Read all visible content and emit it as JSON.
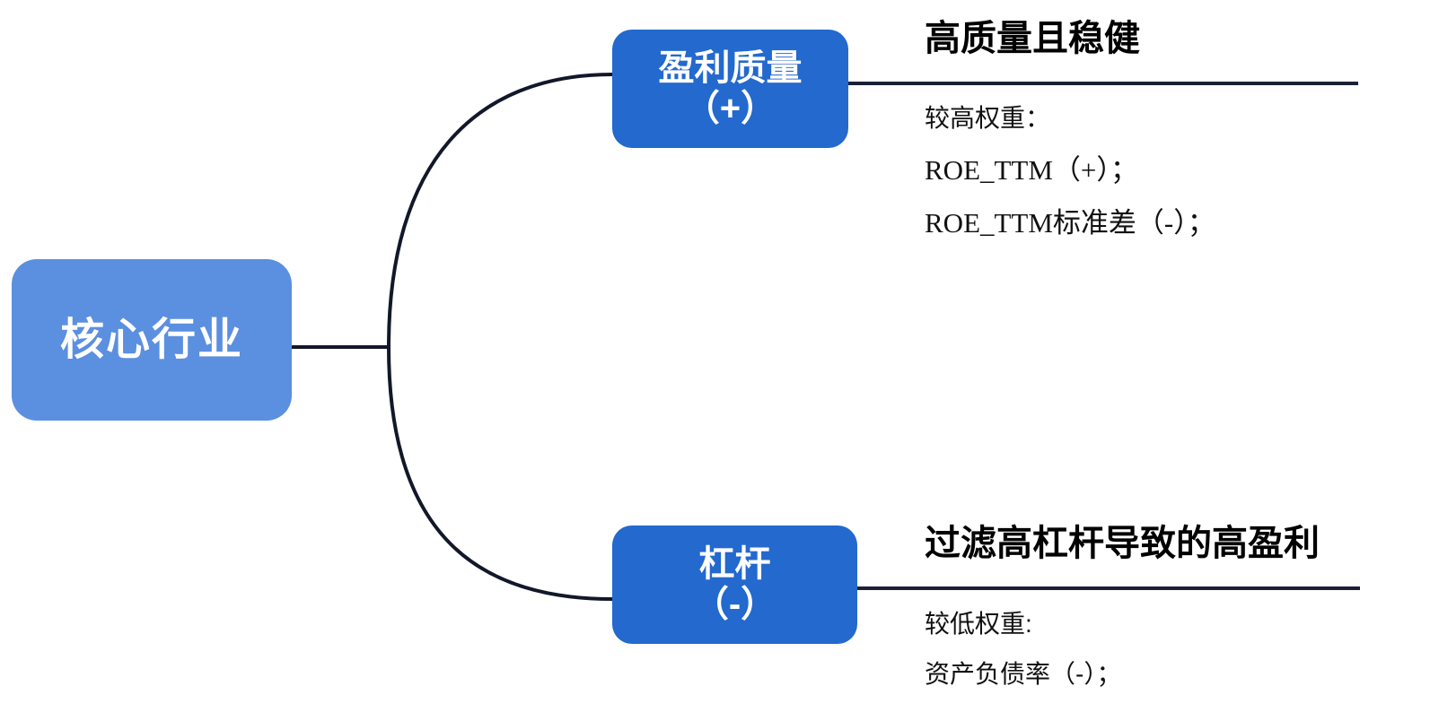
{
  "diagram": {
    "type": "mind-map",
    "root": {
      "label": "核心行业",
      "color": "#5b8fe0"
    },
    "branches": [
      {
        "id": "profit-quality",
        "node": {
          "line1": "盈利质量",
          "line2": "（+）",
          "color": "#2369ce"
        },
        "detail": {
          "heading": "高质量且稳健",
          "lines": [
            "较高权重：",
            "ROE_TTM（+）；",
            "ROE_TTM标准差（-）；"
          ]
        }
      },
      {
        "id": "leverage",
        "node": {
          "line1": "杠杆",
          "line2": "（-）",
          "color": "#2369ce"
        },
        "detail": {
          "heading": "过滤高杠杆导致的高盈利",
          "lines": [
            "较低权重:",
            "资产负债率（-）；"
          ]
        }
      }
    ],
    "connector_color": "#121829",
    "rule_color": "#1b2135"
  }
}
